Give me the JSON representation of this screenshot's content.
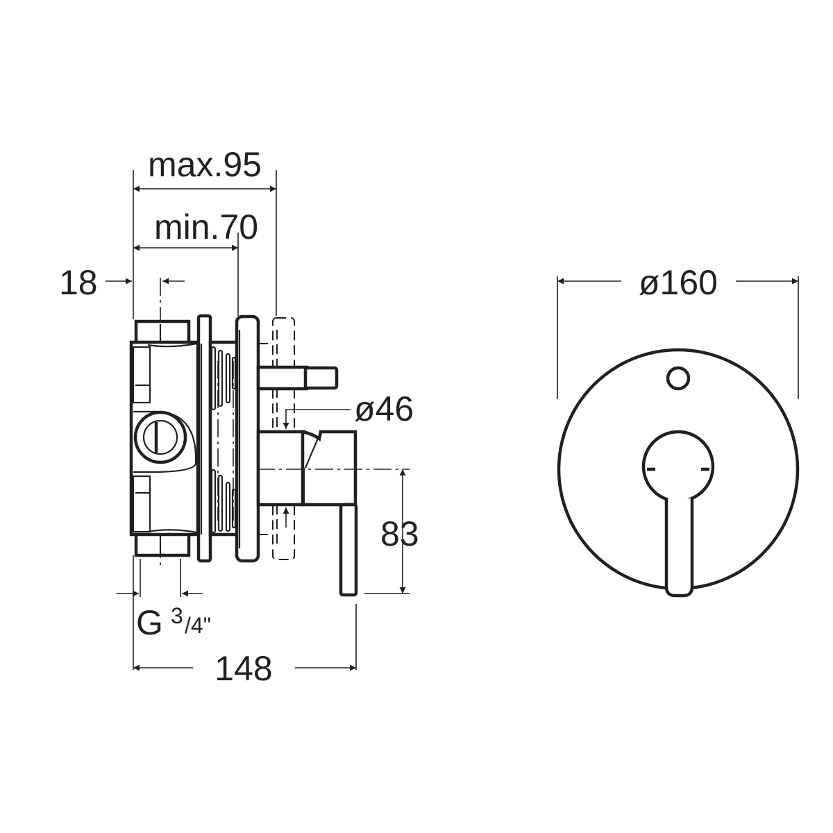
{
  "drawing": {
    "side_view": {
      "dim_max_depth": "max.95",
      "dim_min_depth": "min.70",
      "dim_offset": "18",
      "dim_diameter_handle": "ø46",
      "dim_handle_height": "83",
      "dim_thread_main": "G",
      "dim_thread_fraction_num": "3",
      "dim_thread_fraction_den": "/4\"",
      "dim_total_depth": "148"
    },
    "front_view": {
      "dim_plate_diameter": "ø160"
    },
    "color": "#231f20"
  }
}
